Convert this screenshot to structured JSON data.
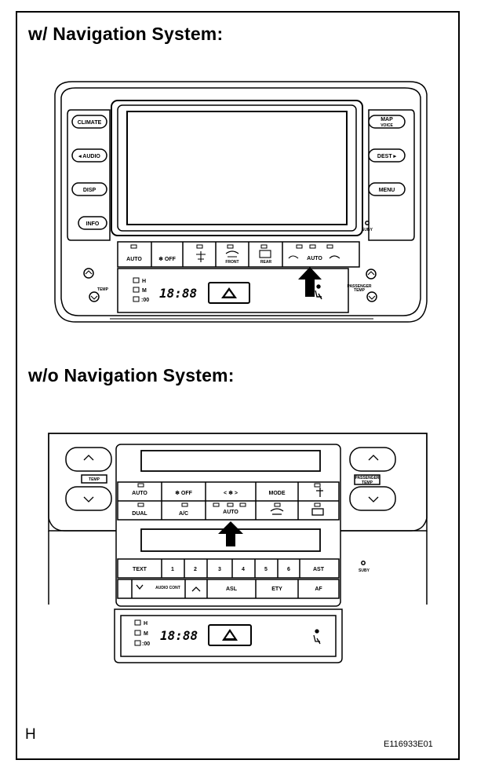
{
  "titles": {
    "with_nav": "w/ Navigation System:",
    "without_nav": "w/o Navigation System:"
  },
  "corner_letter": "H",
  "figure_id": "E116933E01",
  "with_nav_panel": {
    "left_buttons": [
      "CLIMATE",
      "◂ AUDIO",
      "DISP",
      "INFO"
    ],
    "right_buttons": [
      "MAP",
      "DEST ▸",
      "MENU",
      "SUBY"
    ],
    "map_sub": "VOICE",
    "hvac_buttons": [
      "AUTO",
      "❄ OFF",
      "",
      "",
      "",
      "AUTO"
    ],
    "defog_front": "FRONT",
    "defog_rear": "REAR",
    "temp_left": "TEMP",
    "temp_right": "TEMP",
    "passenger": "PASSENGER",
    "indicator_labels": [
      "H",
      "M",
      ":00"
    ],
    "clock": "18:88"
  },
  "without_nav_panel": {
    "temp_left": "TEMP",
    "temp_right": "TEMP",
    "passenger": "PASSENGER",
    "row1": [
      "AUTO",
      "❄ OFF",
      "< ❄ >",
      "MODE",
      ""
    ],
    "row2": [
      "DUAL",
      "A/C",
      "AUTO",
      "",
      ""
    ],
    "preset_row": [
      "TEXT",
      "1",
      "2",
      "3",
      "4",
      "5",
      "6",
      "AST"
    ],
    "bottom_row": [
      "",
      "AUDIO CONT",
      "",
      "ASL",
      "ETY",
      "AF"
    ],
    "suby": "SUBY",
    "indicator_labels": [
      "H",
      "M",
      ":00"
    ],
    "clock": "18:88"
  }
}
